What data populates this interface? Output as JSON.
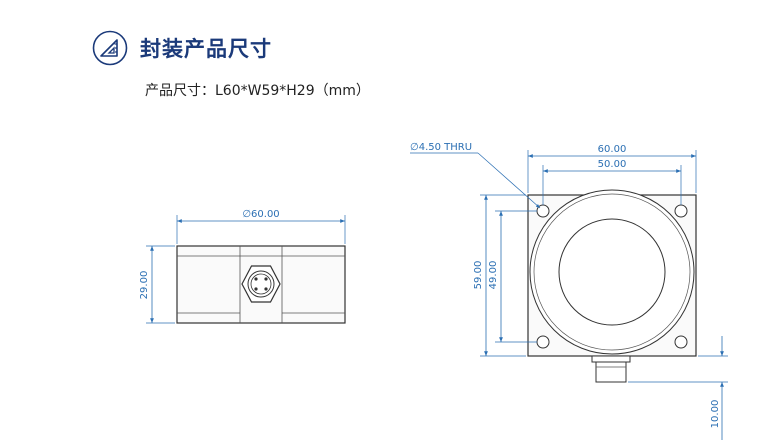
{
  "header": {
    "title": "封装产品尺寸",
    "icon": "set-square-ruler-icon"
  },
  "spec": {
    "text": "产品尺寸：L60*W59*H29（mm）"
  },
  "side_view": {
    "width_label": "∅60.00",
    "height_label": "29.00"
  },
  "top_view": {
    "hole_label": "∅4.50 THRU",
    "width_outer_label": "60.00",
    "width_inner_label": "50.00",
    "height_outer_label": "59.00",
    "height_inner_label": "49.00",
    "connector_label": "10.00"
  },
  "colors": {
    "dimension": "#2b6fb3",
    "outline": "#333333",
    "title": "#1b3a7a"
  }
}
